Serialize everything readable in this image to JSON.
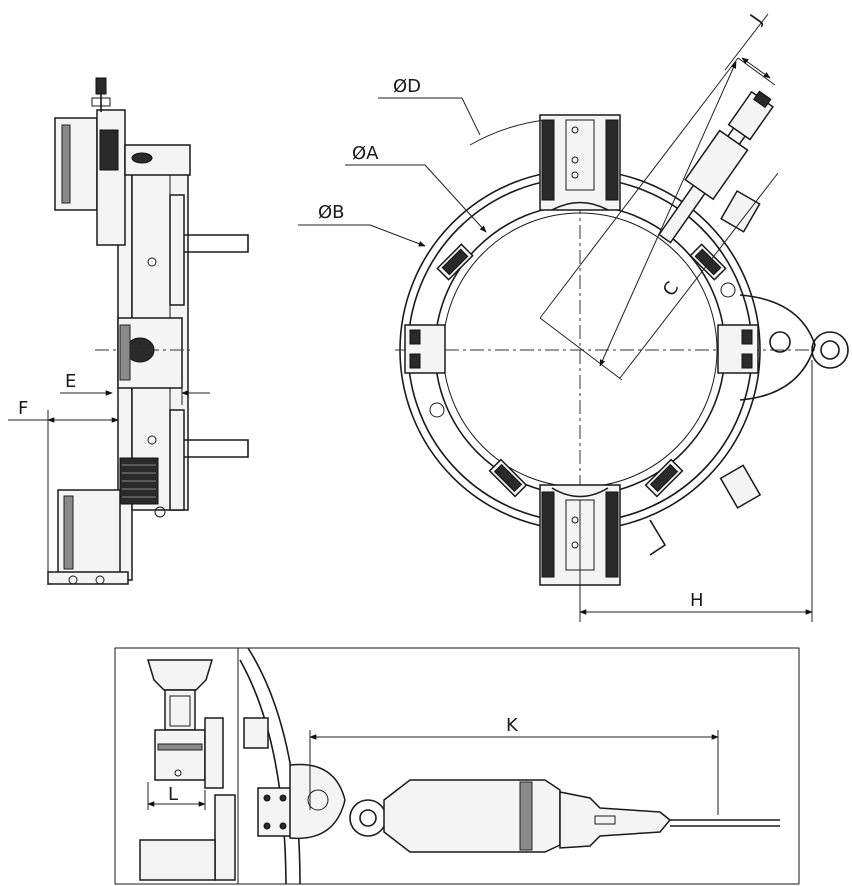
{
  "labels": {
    "dia_a": "ØA",
    "dia_b": "ØB",
    "dia_d": "ØD",
    "c": "C",
    "e": "E",
    "f": "F",
    "h": "H",
    "j": "J",
    "k": "K",
    "l": "L"
  }
}
